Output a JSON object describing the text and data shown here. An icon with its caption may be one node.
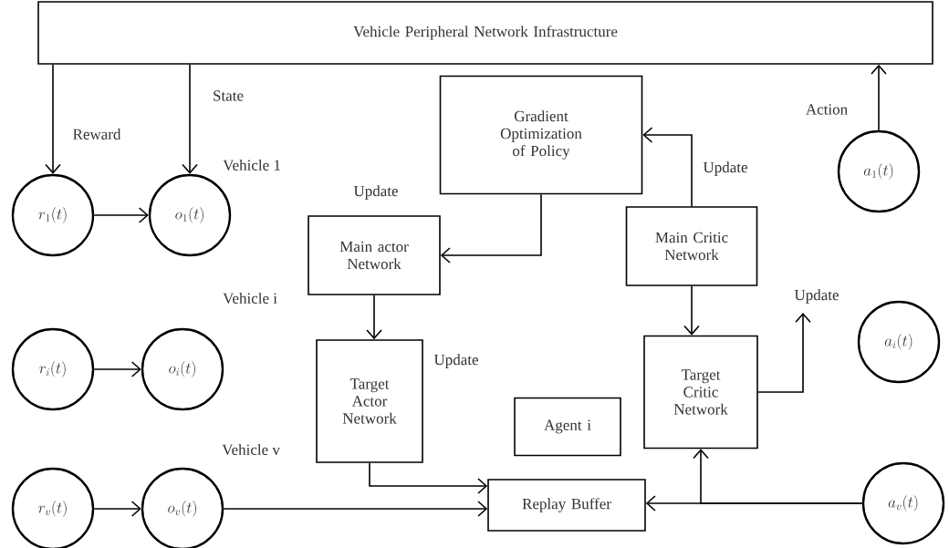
{
  "diagram": {
    "nodes": [
      {
        "text": [
          "Vehicle Peripheral Network Infrastructure"
        ]
      },
      {
        "text": [
          "Gradient Optimization of Policy"
        ]
      },
      {
        "text": [
          "Main actor Network"
        ]
      },
      {
        "text": [
          "Main Critic Network"
        ]
      },
      {
        "text": [
          "Target Actor Network"
        ]
      },
      {
        "text": [
          "Target Critic Network"
        ]
      },
      {
        "text": [
          "Agent i"
        ]
      },
      {
        "text": [
          "Replay Buffer"
        ]
      },
      {
        "text": [
          "r_{1}(t)"
        ]
      },
      {
        "text": [
          "o_{1}(t)"
        ]
      },
      {
        "text": [
          "r_{i}(t)"
        ]
      },
      {
        "text": [
          "o_{i}(t)"
        ]
      },
      {
        "text": [
          "r_{v}(t)"
        ]
      },
      {
        "text": [
          "o_{v}(t)"
        ]
      },
      {
        "text": [
          "a_{1}(t)"
        ]
      },
      {
        "text": [
          "a_{i}(t)"
        ]
      },
      {
        "text": [
          "a_{v}(t)"
        ]
      }
    ],
    "edges": [
      {
        "from": 0,
        "to": 8,
        "arrow": "to",
        "label": "Reward"
      },
      {
        "from": 0,
        "to": 9,
        "arrow": "to",
        "label": "State"
      },
      {
        "from": 14,
        "to": 0,
        "arrow": "to",
        "label": "Action"
      },
      {
        "from": 8,
        "to": 9,
        "arrow": "to"
      },
      {
        "from": 10,
        "to": 11,
        "arrow": "to"
      },
      {
        "from": 12,
        "to": 13,
        "arrow": "to"
      },
      {
        "from": 13,
        "to": 7,
        "arrow": "to"
      },
      {
        "from": 4,
        "to": 7,
        "arrow": "to"
      },
      {
        "from": 16,
        "to": 7,
        "arrow": "to"
      },
      {
        "from": 16,
        "to": 5,
        "arrow": "to"
      },
      {
        "from": 2,
        "to": 4,
        "arrow": "to"
      },
      {
        "from": 1,
        "to": 2,
        "arrow": "to"
      },
      {
        "from": 3,
        "to": 1,
        "arrow": "to",
        "label": "Update"
      },
      {
        "from": 3,
        "to": 5,
        "arrow": "to"
      },
      {
        "from": 5,
        "to": null,
        "arrow": "to",
        "label": "Update"
      }
    ],
    "labels": [
      "Vehicle 1",
      "Update",
      "Vehicle i",
      "Update",
      "Vehicle v"
    ]
  }
}
